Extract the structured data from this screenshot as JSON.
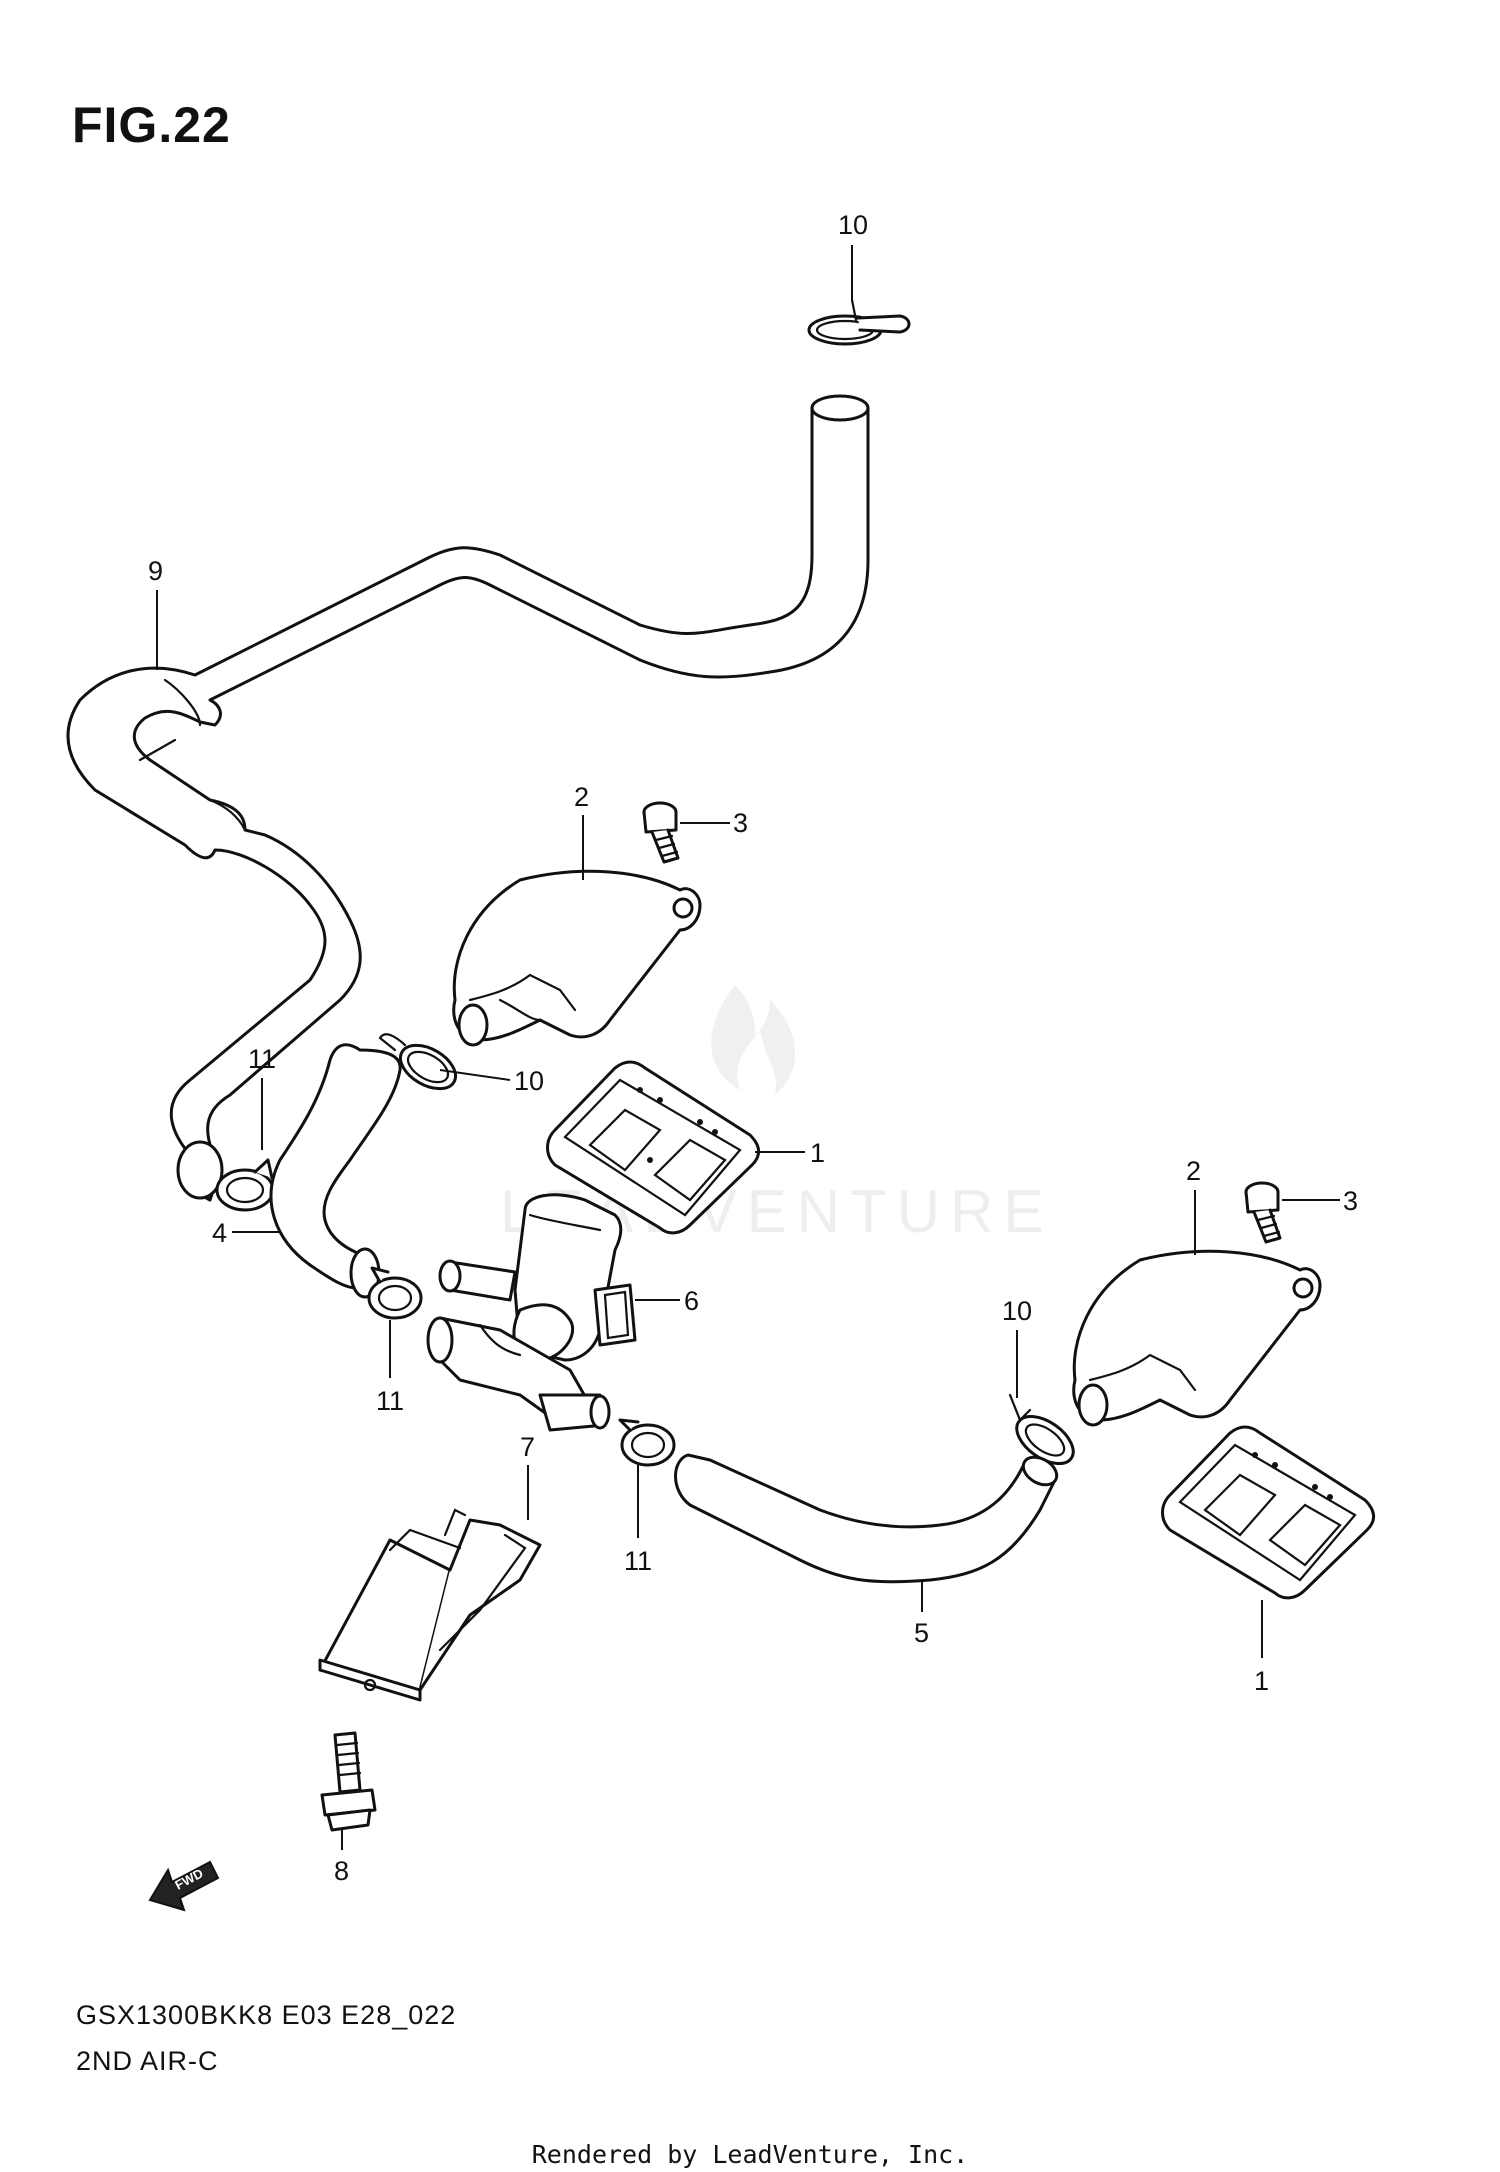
{
  "figure": {
    "title": "FIG.22",
    "model_code": "GSX1300BKK8 E03 E28_022",
    "section_name": "2ND AIR-C",
    "rendered_by": "Rendered by LeadVenture, Inc.",
    "watermark": "LEADVENTURE",
    "fwd_label": "FWD"
  },
  "callouts": {
    "c10a": "10",
    "c9": "9",
    "c2a": "2",
    "c3a": "3",
    "c10b": "10",
    "c11a": "11",
    "c1a": "1",
    "c4": "4",
    "c6": "6",
    "c11b": "11",
    "c2b": "2",
    "c3b": "3",
    "c10c": "10",
    "c7": "7",
    "c11c": "11",
    "c5": "5",
    "c1b": "1",
    "c8": "8"
  }
}
